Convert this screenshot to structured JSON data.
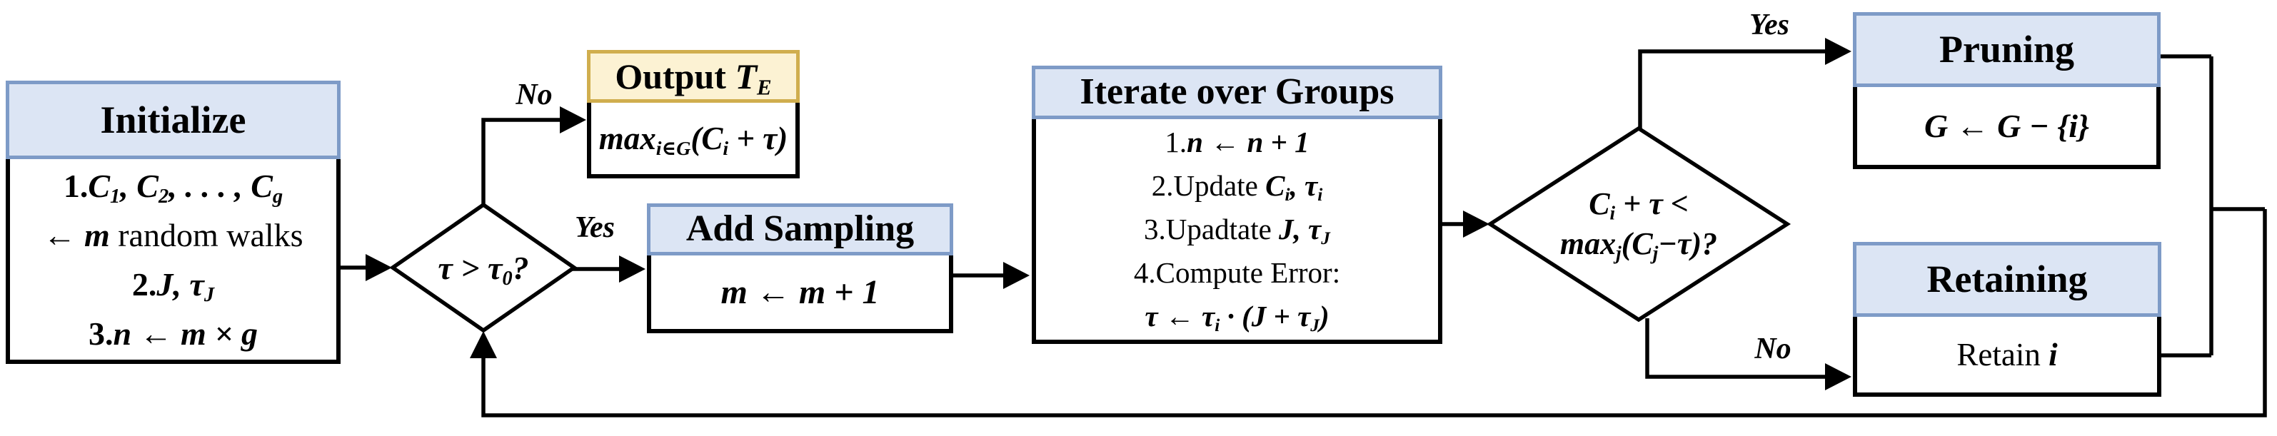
{
  "figure": {
    "type": "flowchart",
    "background": "#ffffff",
    "line_color": "#000000",
    "blue_header_fill": "#dce5f4",
    "blue_header_border": "#7e9bc7",
    "yellow_header_fill": "#fcf2d3",
    "yellow_header_border": "#d0ae4e"
  },
  "nodes": {
    "initialize": {
      "title": "Initialize",
      "lines": [
        "<span class='rm'>1.</span>C<sub>1</sub>, C<sub>2</sub>, . . . , C<sub>g</sub>",
        "← m <span class='tx'>random walks</span>",
        "<span class='rm'>2.</span>J, τ<sub>J</sub>",
        "<span class='rm'>3.</span>n ← m × g"
      ]
    },
    "decision_tau": {
      "label": "τ &gt; τ<sub>0</sub>?"
    },
    "output": {
      "title": "Output <i>T</i><sub><i>E</i></sub>",
      "body": "max<sub>i∈G</sub>(C<sub>i</sub> + τ)"
    },
    "add_sampling": {
      "title": "Add Sampling",
      "body": "m ← m + 1"
    },
    "iterate": {
      "title": "Iterate over Groups",
      "lines": [
        "<span class='tx'>1.</span>n ← n + 1",
        "<span class='tx'>2.Update</span> C<sub>i</sub>, τ<sub>i</sub>",
        "<span class='tx'>3.Upadtate</span> J, τ<sub>J</sub>",
        "<span class='tx'>4.Compute Error:</span>",
        "τ ← τ<sub>i</sub> · (J + τ<sub>J</sub>)"
      ]
    },
    "decision_prune": {
      "line1": "C<sub>i</sub> + τ &lt;",
      "line2": "max<sub>j</sub>(C<sub>j</sub>−τ)?"
    },
    "pruning": {
      "title": "Pruning",
      "body": "G ← G − {i}"
    },
    "retaining": {
      "title": "Retaining",
      "body": "<span class='tx'>Retain</span> i"
    }
  },
  "edge_labels": {
    "d1_no": "No",
    "d1_yes": "Yes",
    "d2_yes": "Yes",
    "d2_no": "No"
  }
}
